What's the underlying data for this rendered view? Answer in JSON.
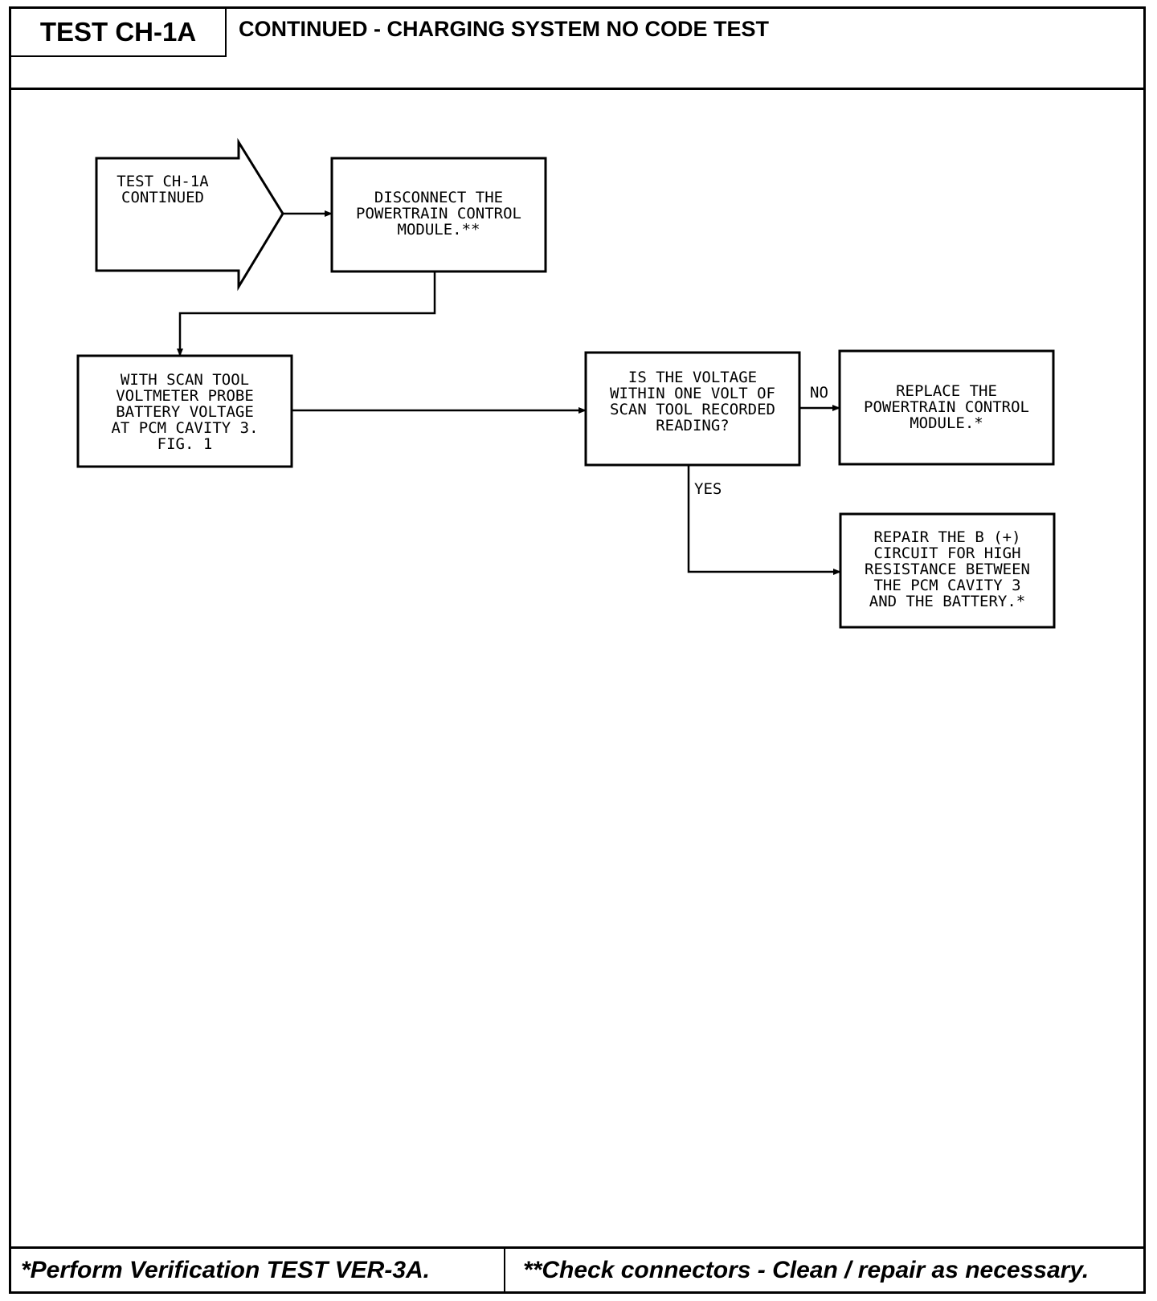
{
  "header": {
    "test_id": "TEST CH-1A",
    "title": "CONTINUED - CHARGING SYSTEM NO CODE TEST"
  },
  "flow": {
    "start": "TEST CH-1A\nCONTINUED",
    "step1": "DISCONNECT THE\nPOWERTRAIN CONTROL\nMODULE.**",
    "step2": "WITH SCAN TOOL\nVOLTMETER PROBE\nBATTERY VOLTAGE\nAT PCM CAVITY 3.\nFIG. 1",
    "decision": "IS THE VOLTAGE\nWITHIN ONE VOLT OF\nSCAN TOOL RECORDED\nREADING?",
    "no_label": "NO",
    "yes_label": "YES",
    "no_result": "REPLACE THE\nPOWERTRAIN CONTROL\nMODULE.*",
    "yes_result": "REPAIR THE B (+)\nCIRCUIT FOR HIGH\nRESISTANCE BETWEEN\nTHE PCM CAVITY 3\nAND THE BATTERY.*"
  },
  "footer": {
    "left": "*Perform Verification TEST VER-3A.",
    "right": "**Check connectors - Clean / repair as necessary."
  }
}
